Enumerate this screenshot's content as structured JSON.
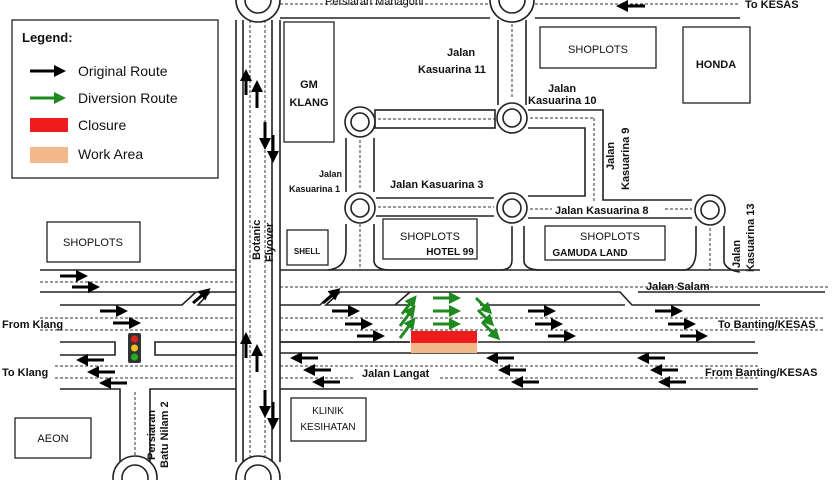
{
  "legend": {
    "title": "Legend:",
    "items": [
      {
        "label": "Original Route",
        "color": "#000000"
      },
      {
        "label": "Diversion Route",
        "color": "#1f8a1f"
      },
      {
        "label": "Closure",
        "color": "#ee1c1c"
      },
      {
        "label": "Work Area",
        "color": "#f3b98a"
      }
    ]
  },
  "roads": {
    "persiaran_mahagoni": "Persiaran Mahagoni",
    "to_kesas": "To KESAS",
    "kasuarina_11": [
      "Jalan",
      "Kasuarina 11"
    ],
    "kasuarina_10": [
      "Jalan",
      "Kasuarina 10"
    ],
    "kasuarina_9": [
      "Jalan",
      "Kasuarina 9"
    ],
    "kasuarina_1": [
      "Jalan",
      "Kasuarina 1"
    ],
    "kasuarina_3": "Jalan Kasuarina 3",
    "kasuarina_8": "Jalan Kasuarina 8",
    "kasuarina_13": [
      "Jalan",
      "Kasuarina 13"
    ],
    "botanic_flyover": [
      "Botanic",
      "Flyover"
    ],
    "jalan_salam": "Jalan Salam",
    "jalan_langat": "Jalan Langat",
    "persiaran_batu_nilam": [
      "Persiaran",
      "Batu Nilam 2"
    ],
    "from_klang": "From Klang",
    "to_klang": "To Klang",
    "to_banting": "To Banting/KESAS",
    "from_banting": "From Banting/KESAS"
  },
  "buildings": {
    "gm_klang": [
      "GM",
      "KLANG"
    ],
    "shoplots_top": "SHOPLOTS",
    "honda": "HONDA",
    "shell": "SHELL",
    "shoplots_hotel": [
      "SHOPLOTS",
      "HOTEL 99"
    ],
    "shoplots_gamuda": [
      "SHOPLOTS",
      "GAMUDA LAND"
    ],
    "shoplots_left": "SHOPLOTS",
    "klinik": [
      "KLINIK",
      "KESIHATAN"
    ],
    "aeon": "AEON"
  },
  "colors": {
    "closure": "#ee1c1c",
    "work_area": "#f3b98a",
    "diversion": "#1f8a1f"
  }
}
